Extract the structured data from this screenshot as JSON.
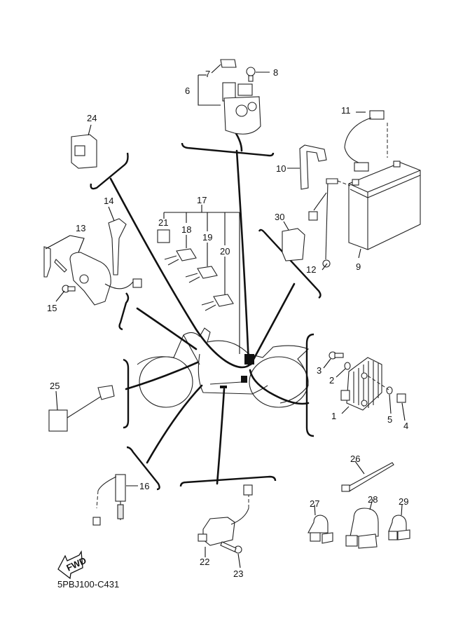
{
  "diagram": {
    "title_code": "5PBJ100-C431",
    "fwd_label": "FWD",
    "callouts": [
      {
        "id": "1",
        "text": "1"
      },
      {
        "id": "2",
        "text": "2"
      },
      {
        "id": "3",
        "text": "3"
      },
      {
        "id": "4",
        "text": "4"
      },
      {
        "id": "5",
        "text": "5"
      },
      {
        "id": "6",
        "text": "6"
      },
      {
        "id": "7",
        "text": "7"
      },
      {
        "id": "8",
        "text": "8"
      },
      {
        "id": "9",
        "text": "9"
      },
      {
        "id": "10",
        "text": "10"
      },
      {
        "id": "11",
        "text": "11"
      },
      {
        "id": "12",
        "text": "12"
      },
      {
        "id": "13",
        "text": "13"
      },
      {
        "id": "14",
        "text": "14"
      },
      {
        "id": "15",
        "text": "15"
      },
      {
        "id": "16",
        "text": "16"
      },
      {
        "id": "17",
        "text": "17"
      },
      {
        "id": "18",
        "text": "18"
      },
      {
        "id": "19",
        "text": "19"
      },
      {
        "id": "20",
        "text": "20"
      },
      {
        "id": "21",
        "text": "21"
      },
      {
        "id": "22",
        "text": "22"
      },
      {
        "id": "23",
        "text": "23"
      },
      {
        "id": "24",
        "text": "24"
      },
      {
        "id": "25",
        "text": "25"
      },
      {
        "id": "26",
        "text": "26"
      },
      {
        "id": "27",
        "text": "27"
      },
      {
        "id": "28",
        "text": "28"
      },
      {
        "id": "29",
        "text": "29"
      },
      {
        "id": "30",
        "text": "30"
      }
    ]
  }
}
